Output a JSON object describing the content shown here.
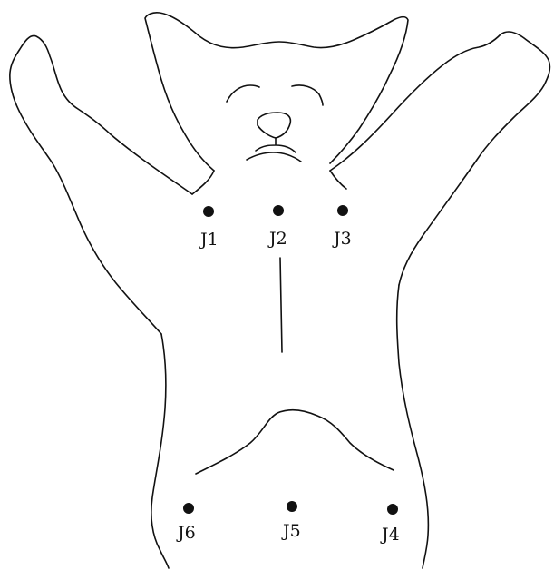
{
  "figure": {
    "subject": "cat-body-outline",
    "joints": [
      {
        "id": "j1",
        "label": "J1"
      },
      {
        "id": "j2",
        "label": "J2"
      },
      {
        "id": "j3",
        "label": "J3"
      },
      {
        "id": "j4",
        "label": "J4"
      },
      {
        "id": "j5",
        "label": "J5"
      },
      {
        "id": "j6",
        "label": "J6"
      }
    ]
  },
  "colors": {
    "line": "#111111",
    "background": "#ffffff"
  }
}
